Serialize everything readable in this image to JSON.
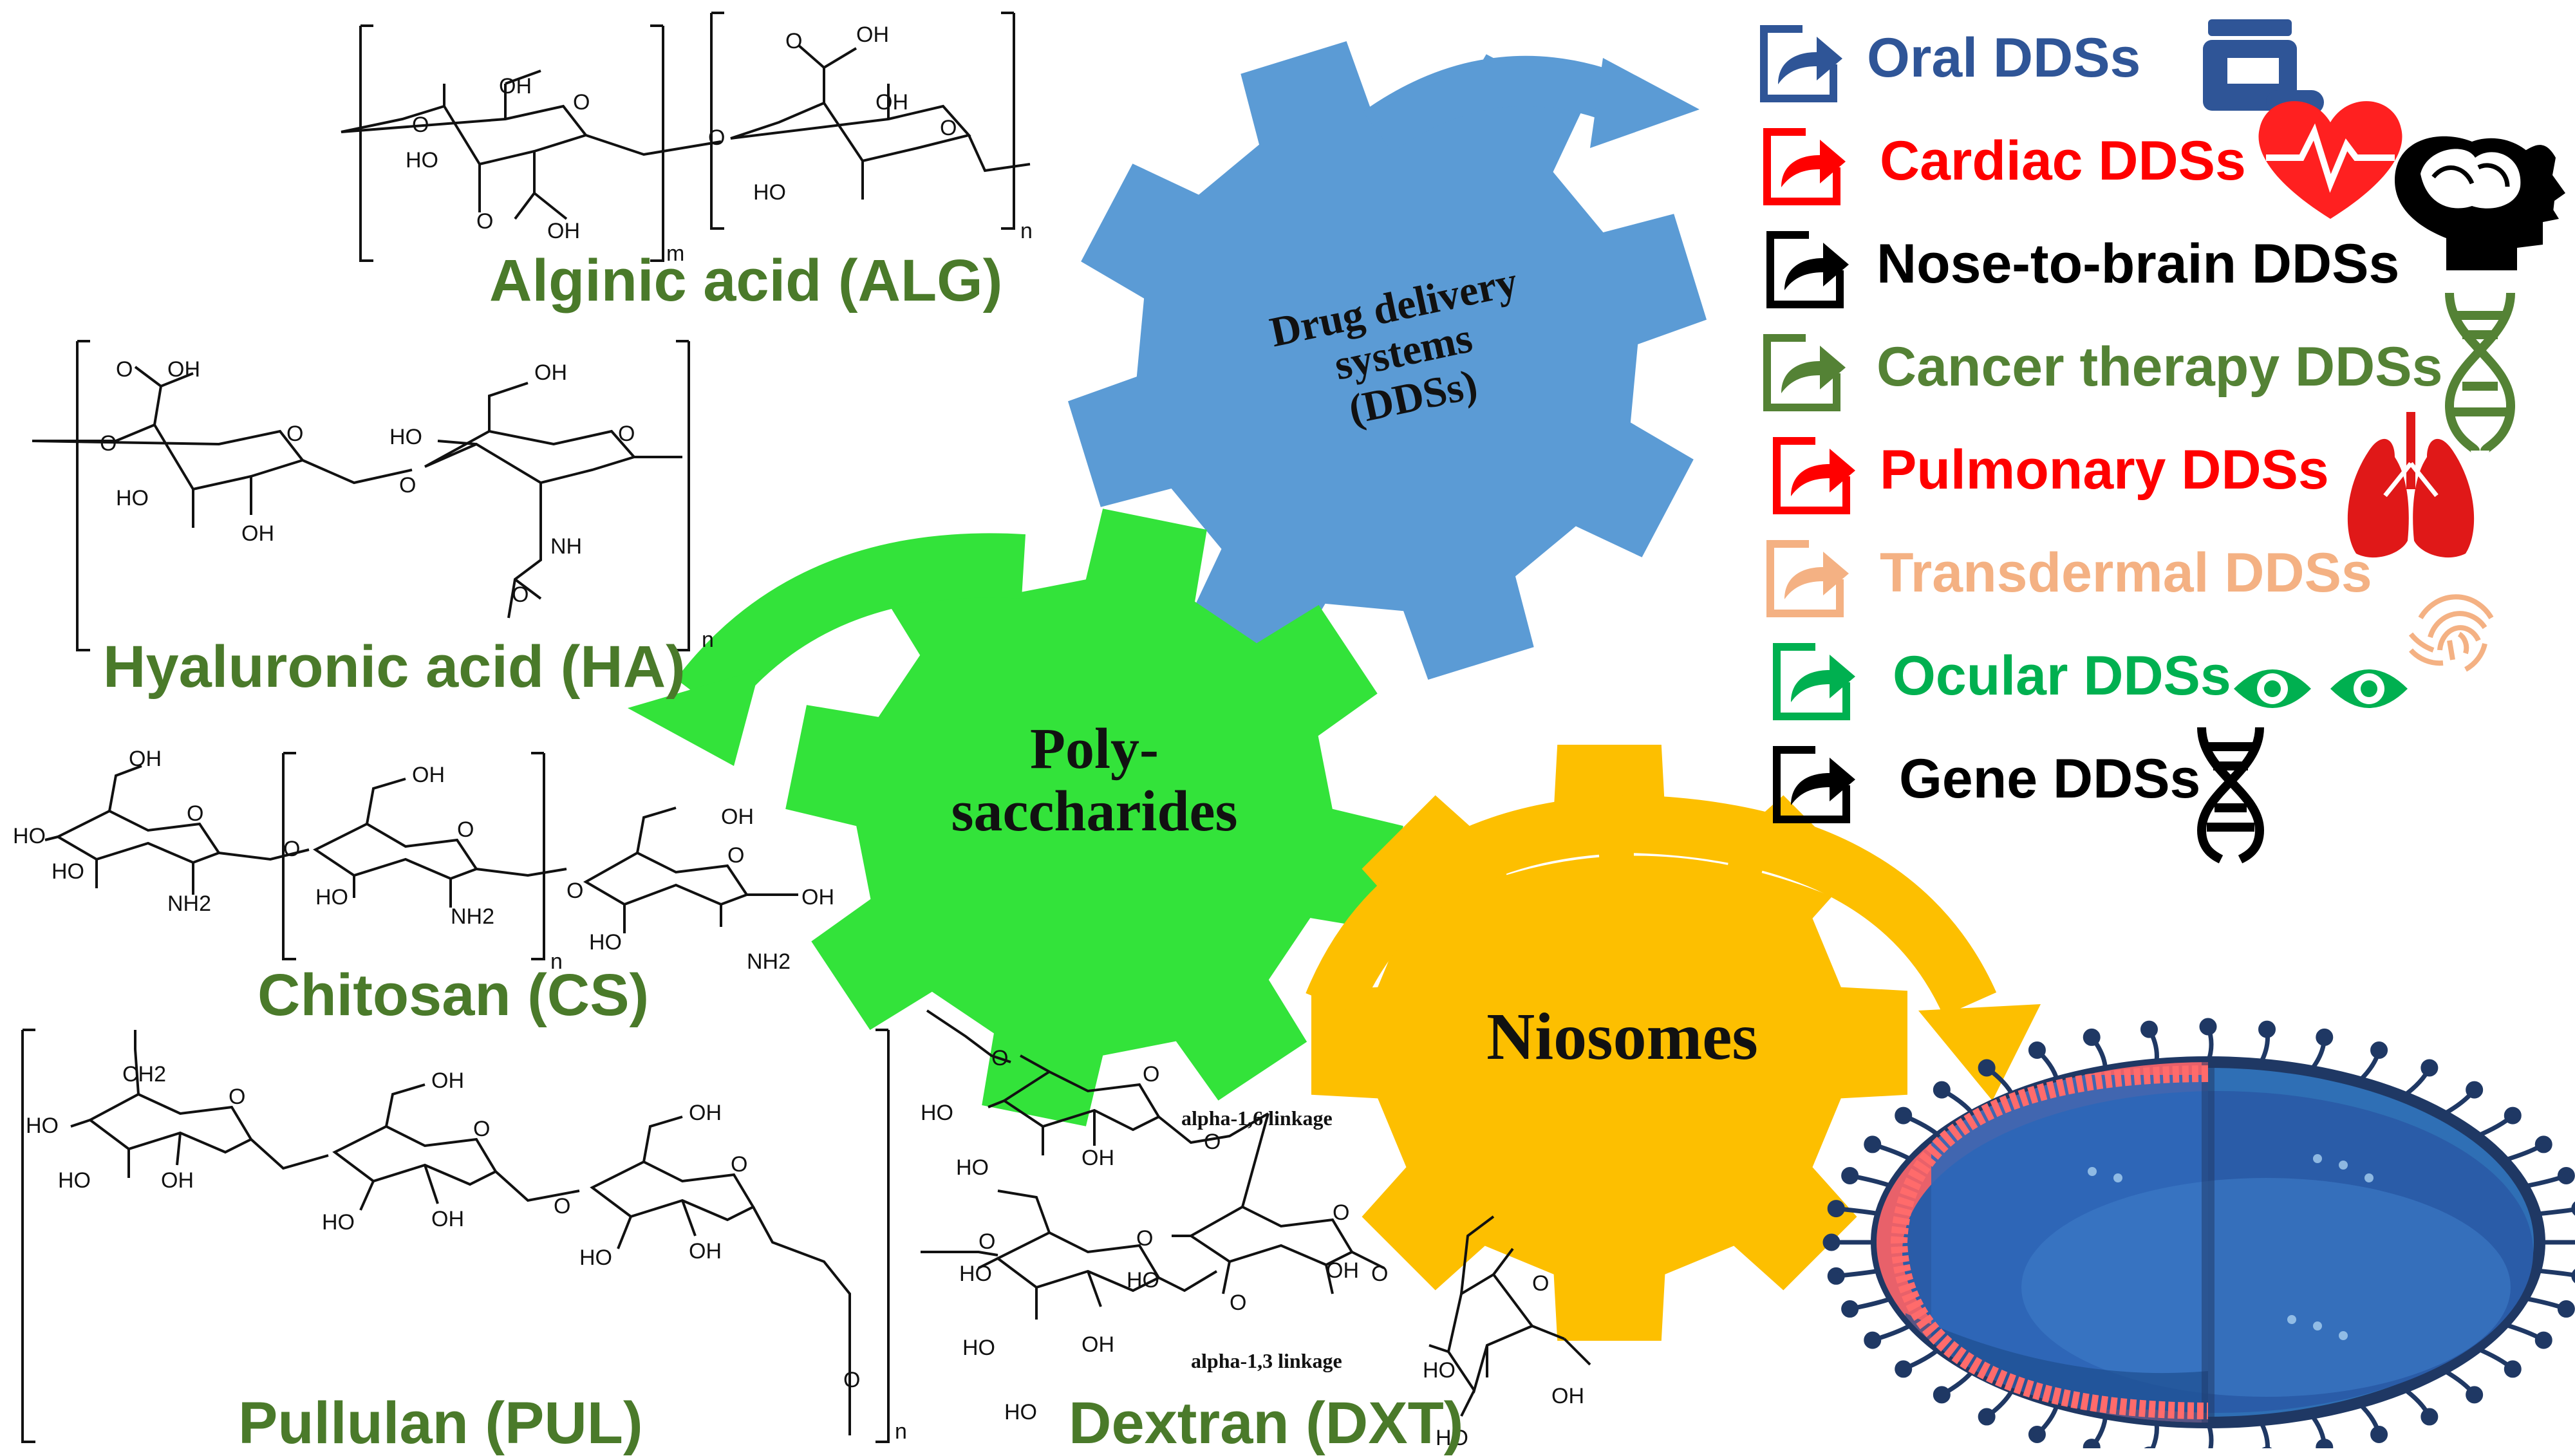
{
  "center": {
    "title": "Poly-\nsaccharides",
    "color": "#33e33a"
  },
  "dds_gear": {
    "title": "Drug delivery\nsystems\n(DDSs)",
    "color": "#5b9bd5"
  },
  "niosome_gear": {
    "title": "Niosomes",
    "color": "#fdbf00"
  },
  "polysaccharides": [
    {
      "name": "Alginic acid (ALG)"
    },
    {
      "name": "Hyaluronic acid (HA)"
    },
    {
      "name": "Chitosan (CS)"
    },
    {
      "name": "Pullulan (PUL)"
    },
    {
      "name": "Dextran (DXT)"
    }
  ],
  "dds_list": [
    {
      "label": "Oral DDSs",
      "color": "#2f5597",
      "icon": "pill-bottle-icon"
    },
    {
      "label": "Cardiac DDSs",
      "color": "#ff0000",
      "icon": "heart-pulse-icon"
    },
    {
      "label": "Nose-to-brain DDSs",
      "color": "#000000",
      "icon": "brain-head-icon"
    },
    {
      "label": "Cancer therapy DDSs",
      "color": "#548235",
      "icon": "dna-icon"
    },
    {
      "label": "Pulmonary DDSs",
      "color": "#ff0000",
      "icon": "lungs-icon"
    },
    {
      "label": "Transdermal DDSs",
      "color": "#f4b183",
      "icon": "fingerprint-icon"
    },
    {
      "label": "Ocular DDSs",
      "color": "#00b050",
      "icon": "eye-icon"
    },
    {
      "label": "Gene DDSs",
      "color": "#000000",
      "icon": "dna-icon"
    }
  ],
  "structure_text": {
    "oh": "OH",
    "ho": "HO",
    "o": "O",
    "nh": "NH",
    "nh2": "NH2",
    "ch2": "CH2",
    "m": "m",
    "n": "n",
    "alpha16": "alpha-1,6 linkage",
    "alpha13": "alpha-1,3 linkage"
  }
}
